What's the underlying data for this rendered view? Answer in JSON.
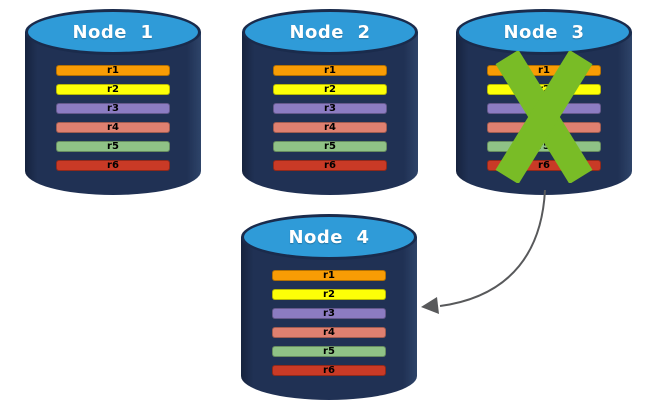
{
  "nodes": [
    {
      "label": "Node  1"
    },
    {
      "label": "Node  2"
    },
    {
      "label": "Node  3"
    },
    {
      "label": "Node  4"
    }
  ],
  "records": [
    {
      "label": "r1",
      "color": "#F89C05"
    },
    {
      "label": "r2",
      "color": "#FDFF07"
    },
    {
      "label": "r3",
      "color": "#8C7CC2"
    },
    {
      "label": "r4",
      "color": "#DF8070"
    },
    {
      "label": "r5",
      "color": "#8FC286"
    },
    {
      "label": "r6",
      "color": "#C93A26"
    }
  ],
  "failure": {
    "node": "Node  3",
    "x_color": "#79BC26"
  },
  "arrow": {
    "from": "Node  3",
    "to": "Node  4",
    "color": "#58595B"
  },
  "cylinder": {
    "body_color": "#203154",
    "top_color": "#2F9BD8",
    "outline_color": "#1A2B4C",
    "label_color": "#FFFFFF"
  }
}
